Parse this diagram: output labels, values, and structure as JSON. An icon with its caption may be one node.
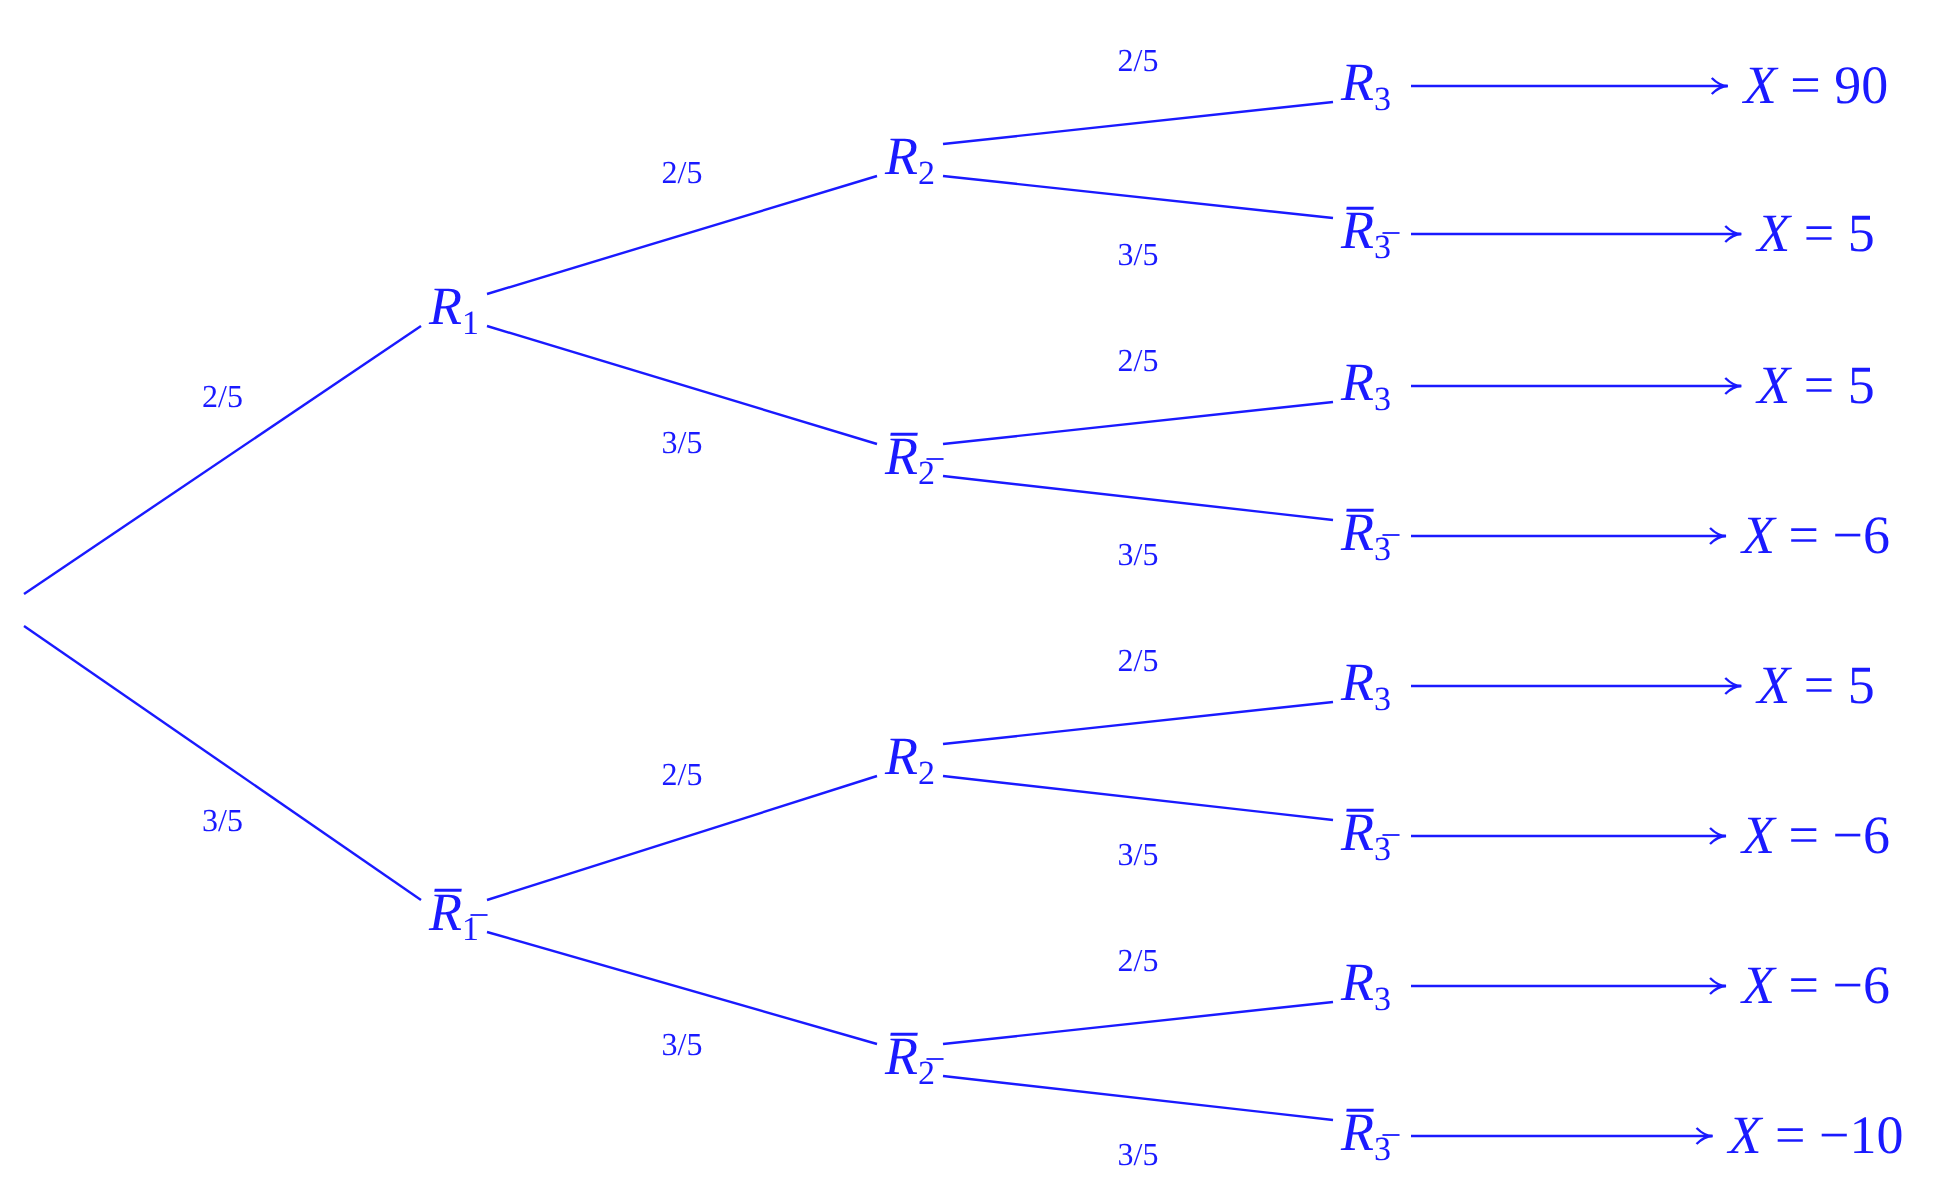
{
  "diagram": {
    "nodes": [
      {
        "text": [
          "*R*$_{1}$"
        ]
      },
      {
        "text": [
          "*R̅*$_{1̅}$"
        ]
      },
      {
        "text": [
          "*R*$_{2}$"
        ]
      },
      {
        "text": [
          "*R̅*$_{2̅}$"
        ]
      },
      {
        "text": [
          "*R*$_{2}$"
        ]
      },
      {
        "text": [
          "*R̅*$_{2̅}$"
        ]
      },
      {
        "text": [
          "*R*$_{3}$"
        ]
      },
      {
        "text": [
          "*R̅*$_{3̅}$"
        ]
      },
      {
        "text": [
          "*R*$_{3}$"
        ]
      },
      {
        "text": [
          "*R̅*$_{3̅}$"
        ]
      },
      {
        "text": [
          "*R*$_{3}$"
        ]
      },
      {
        "text": [
          "*R̅*$_{3̅}$"
        ]
      },
      {
        "text": [
          "*R*$_{3}$"
        ]
      },
      {
        "text": [
          "*R̅*$_{3̅}$"
        ]
      },
      {
        "text": [
          "*X* = 90"
        ]
      },
      {
        "text": [
          "*X* = 5"
        ]
      },
      {
        "text": [
          "*X* = 5"
        ]
      },
      {
        "text": [
          "*X* = −6"
        ]
      },
      {
        "text": [
          "*X* = 5"
        ]
      },
      {
        "text": [
          "*X* = −6"
        ]
      },
      {
        "text": [
          "*X* = −6"
        ]
      },
      {
        "text": [
          "*X* = −10"
        ]
      }
    ],
    "edges": [
      {
        "from": null,
        "to": 0,
        "arrow": "none",
        "label": "2/5"
      },
      {
        "from": null,
        "to": 1,
        "arrow": "none",
        "label": "3/5"
      },
      {
        "from": 0,
        "to": 2,
        "arrow": "none",
        "label": "2/5"
      },
      {
        "from": 0,
        "to": 3,
        "arrow": "none",
        "label": "3/5"
      },
      {
        "from": 1,
        "to": 4,
        "arrow": "none",
        "label": "2/5"
      },
      {
        "from": 1,
        "to": 5,
        "arrow": "none",
        "label": "3/5"
      },
      {
        "from": 2,
        "to": 6,
        "arrow": "none",
        "label": "2/5"
      },
      {
        "from": 2,
        "to": 7,
        "arrow": "none",
        "label": "3/5"
      },
      {
        "from": 3,
        "to": 8,
        "arrow": "none",
        "label": "2/5"
      },
      {
        "from": 3,
        "to": 9,
        "arrow": "none",
        "label": "3/5"
      },
      {
        "from": 4,
        "to": 10,
        "arrow": "none",
        "label": "2/5"
      },
      {
        "from": 4,
        "to": 11,
        "arrow": "none",
        "label": "3/5"
      },
      {
        "from": 5,
        "to": 12,
        "arrow": "none",
        "label": "2/5"
      },
      {
        "from": 5,
        "to": 13,
        "arrow": "none",
        "label": "3/5"
      },
      {
        "from": 6,
        "to": 14,
        "arrow": "to"
      },
      {
        "from": 7,
        "to": 15,
        "arrow": "to"
      },
      {
        "from": 8,
        "to": 16,
        "arrow": "to"
      },
      {
        "from": 9,
        "to": 17,
        "arrow": "to"
      },
      {
        "from": 10,
        "to": 18,
        "arrow": "to"
      },
      {
        "from": 11,
        "to": 19,
        "arrow": "to"
      },
      {
        "from": 12,
        "to": 20,
        "arrow": "to"
      },
      {
        "from": 13,
        "to": 21,
        "arrow": "to"
      }
    ]
  }
}
